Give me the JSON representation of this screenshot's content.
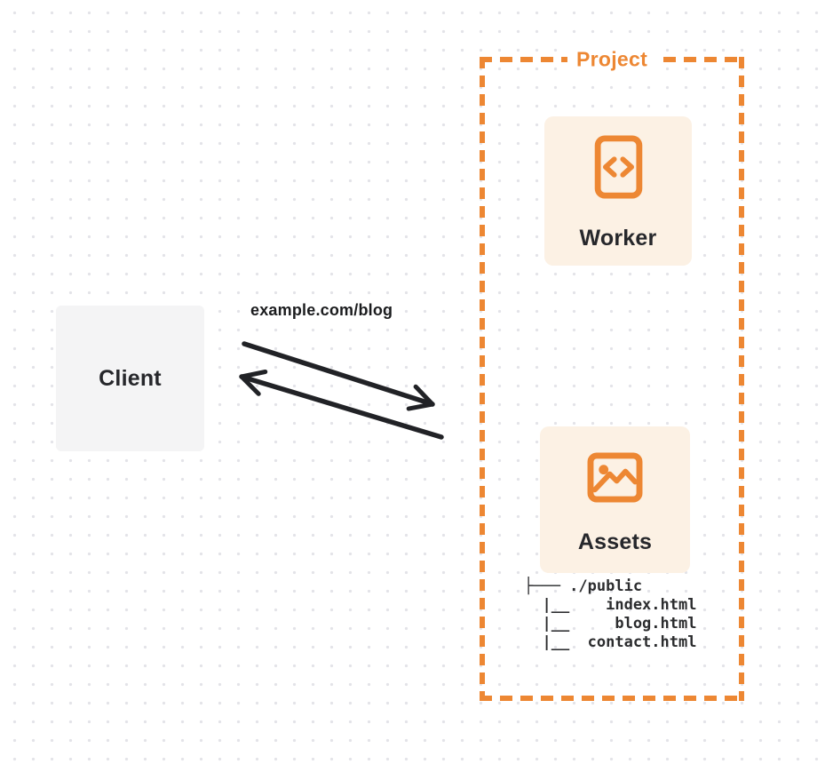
{
  "colors": {
    "orange": "#ED8733",
    "card_bg": "#FCF1E4",
    "client_bg": "#F4F4F5",
    "ink": "#26272B",
    "arrow_ink": "#212226",
    "grid_dot": "#E3E3E8"
  },
  "client": {
    "label": "Client"
  },
  "request": {
    "url_label": "example.com/blog"
  },
  "project": {
    "label": "Project",
    "worker": {
      "label": "Worker",
      "icon": "code-file-icon"
    },
    "assets": {
      "label": "Assets",
      "icon": "image-icon",
      "tree_lines": [
        "├─── ./public",
        "  |__    index.html",
        "  |__     blog.html",
        "  |__  contact.html"
      ]
    }
  }
}
